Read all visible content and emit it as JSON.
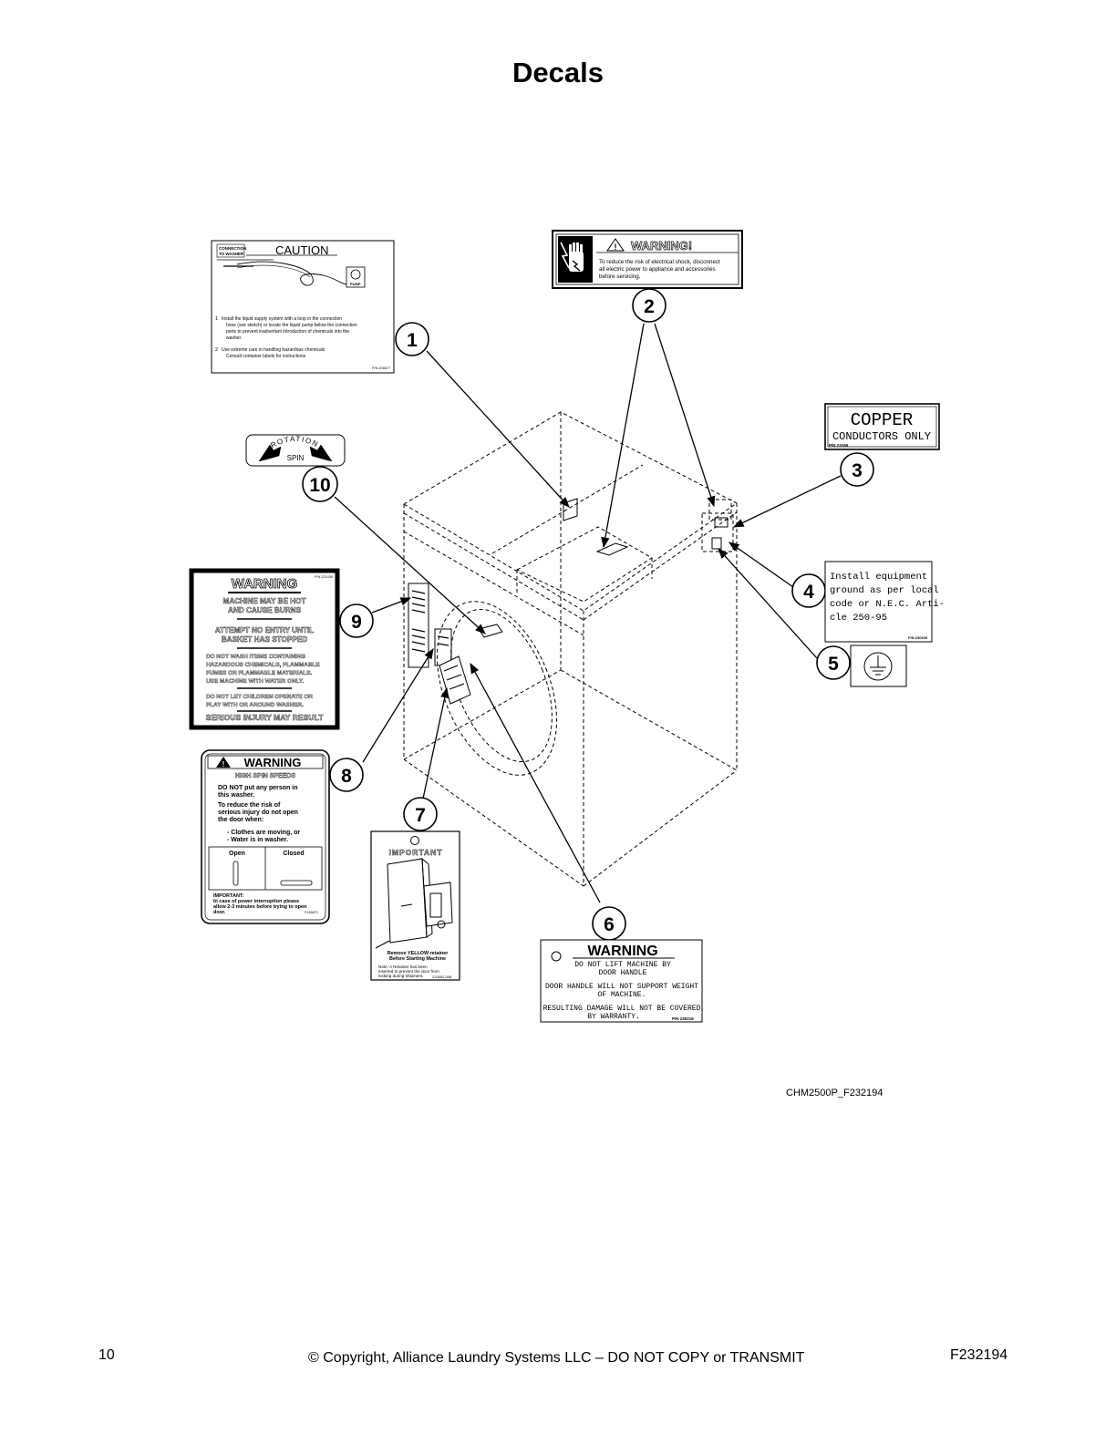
{
  "title": "Decals",
  "figure_id": "CHM2500P_F232194",
  "footer": {
    "page_number": "10",
    "copyright": "© Copyright, Alliance Laundry Systems LLC – DO NOT COPY or TRANSMIT",
    "doc_number": "F232194"
  },
  "callouts": [
    "1",
    "2",
    "3",
    "4",
    "5",
    "6",
    "7",
    "8",
    "9",
    "10"
  ],
  "decal1": {
    "conn_label_1": "CONNECTION",
    "conn_label_2": "TO WASHER",
    "heading": "CAUTION",
    "pump_label": "PUMP",
    "item1_num": "1",
    "item1_lines": [
      "Install the liquid supply system with a loop in the connection",
      "hose (see sketch) or locate the liquid pump below the connection",
      "ports to prevent inadvertant introduction of chemicals into the",
      "washer."
    ],
    "item2_num": "2",
    "item2_lines": [
      "Use extreme care in handling hazardous chemicals",
      "Consult container labels for instructions"
    ],
    "pn": "P/N 208877"
  },
  "decal2": {
    "heading": "WARNING!",
    "lines": [
      "To reduce the risk of electrical shock, disconnect",
      "all electric power to appliance and accessories",
      "before servicing."
    ]
  },
  "decal3": {
    "line1": "COPPER",
    "line2": "CONDUCTORS ONLY",
    "pn": "P/N 23166"
  },
  "decal4": {
    "lines": [
      "Install equipment",
      "ground as per local",
      "code or N.E.C. Arti-",
      "cle 250-95"
    ],
    "pn": "P/N 230639"
  },
  "decal6": {
    "heading": "WARNING",
    "lines": [
      "DO NOT LIFT MACHINE BY",
      "DOOR HANDLE",
      "DOOR HANDLE WILL NOT SUPPORT WEIGHT",
      "OF MACHINE.",
      "RESULTING DAMAGE WILL NOT BE COVERED",
      "BY WARRANTY."
    ],
    "pn": "P/N 230216"
  },
  "decal7": {
    "heading": "IMPORTANT",
    "caption_lines": [
      "Remove YELLOW retainer",
      "Before Starting Machine"
    ],
    "note_lines": [
      "Note: A Retainer has been",
      "inserted to prevent the door from",
      "locking during shipment."
    ],
    "pn": "220652-008"
  },
  "decal8": {
    "heading": "WARNING",
    "subheading": "HIGH SPIN SPEEDS",
    "lines": [
      "DO NOT put any person in",
      "this washer.",
      "To reduce the risk of",
      "serious injury do not open",
      "the door when:",
      "- Clothes are moving, or",
      "- Water is in washer."
    ],
    "open_label": "Open",
    "closed_label": "Closed",
    "important_lines": [
      "IMPORTANT:",
      "In case of power interruption please",
      "allow 2-3 minutes before trying to open",
      "door."
    ],
    "pn": "F138872"
  },
  "decal9": {
    "pn": "P/N 221030",
    "heading": "WARNING",
    "group1": [
      "MACHINE MAY BE HOT",
      "AND CAUSE BURNS"
    ],
    "group2": [
      "ATTEMPT NO ENTRY UNTIL",
      "BASKET HAS STOPPED"
    ],
    "group3": [
      "DO NOT WASH ITEMS CONTAINING",
      "HAZARDOUS CHEMICALS, FLAMMABLE",
      "FUMES OR FLAMMABLE MATERIALS.",
      "USE MACHINE WITH WATER ONLY."
    ],
    "group4": [
      "DO NOT LET CHILDREN OPERATE OR",
      "PLAY WITH OR AROUND WASHER."
    ],
    "footer": "SERIOUS INJURY MAY RESULT"
  },
  "decal10": {
    "rotation": "ROTATION",
    "spin": "SPIN"
  }
}
